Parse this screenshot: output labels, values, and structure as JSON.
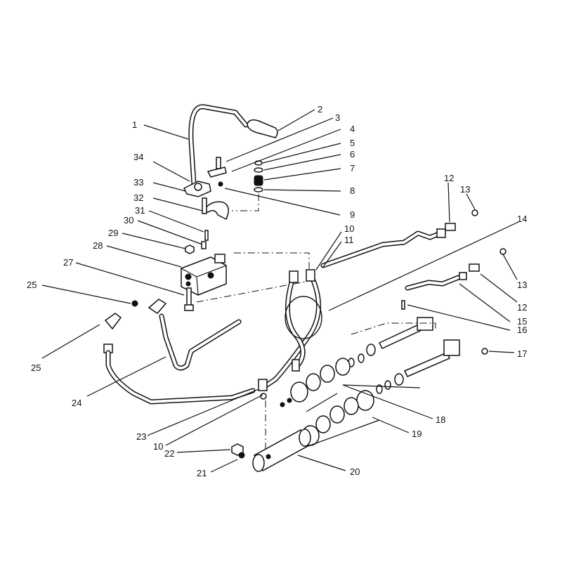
{
  "callouts": [
    {
      "id": "c1",
      "label": "1"
    },
    {
      "id": "c2",
      "label": "2"
    },
    {
      "id": "c3",
      "label": "3"
    },
    {
      "id": "c4",
      "label": "4"
    },
    {
      "id": "c5",
      "label": "5"
    },
    {
      "id": "c6",
      "label": "6"
    },
    {
      "id": "c7",
      "label": "7"
    },
    {
      "id": "c8",
      "label": "8"
    },
    {
      "id": "c9",
      "label": "9"
    },
    {
      "id": "c10a",
      "label": "10"
    },
    {
      "id": "c11",
      "label": "11"
    },
    {
      "id": "c12a",
      "label": "12"
    },
    {
      "id": "c13a",
      "label": "13"
    },
    {
      "id": "c14",
      "label": "14"
    },
    {
      "id": "c13b",
      "label": "13"
    },
    {
      "id": "c12b",
      "label": "12"
    },
    {
      "id": "c15",
      "label": "15"
    },
    {
      "id": "c16",
      "label": "16"
    },
    {
      "id": "c17",
      "label": "17"
    },
    {
      "id": "c18",
      "label": "18"
    },
    {
      "id": "c19",
      "label": "19"
    },
    {
      "id": "c20",
      "label": "20"
    },
    {
      "id": "c21",
      "label": "21"
    },
    {
      "id": "c22",
      "label": "22"
    },
    {
      "id": "c10b",
      "label": "10"
    },
    {
      "id": "c23",
      "label": "23"
    },
    {
      "id": "c24",
      "label": "24"
    },
    {
      "id": "c25a",
      "label": "25"
    },
    {
      "id": "c25b",
      "label": "25"
    },
    {
      "id": "c27",
      "label": "27"
    },
    {
      "id": "c28",
      "label": "28"
    },
    {
      "id": "c29",
      "label": "29"
    },
    {
      "id": "c30",
      "label": "30"
    },
    {
      "id": "c31",
      "label": "31"
    },
    {
      "id": "c32",
      "label": "32"
    },
    {
      "id": "c33",
      "label": "33"
    },
    {
      "id": "c34",
      "label": "34"
    }
  ]
}
